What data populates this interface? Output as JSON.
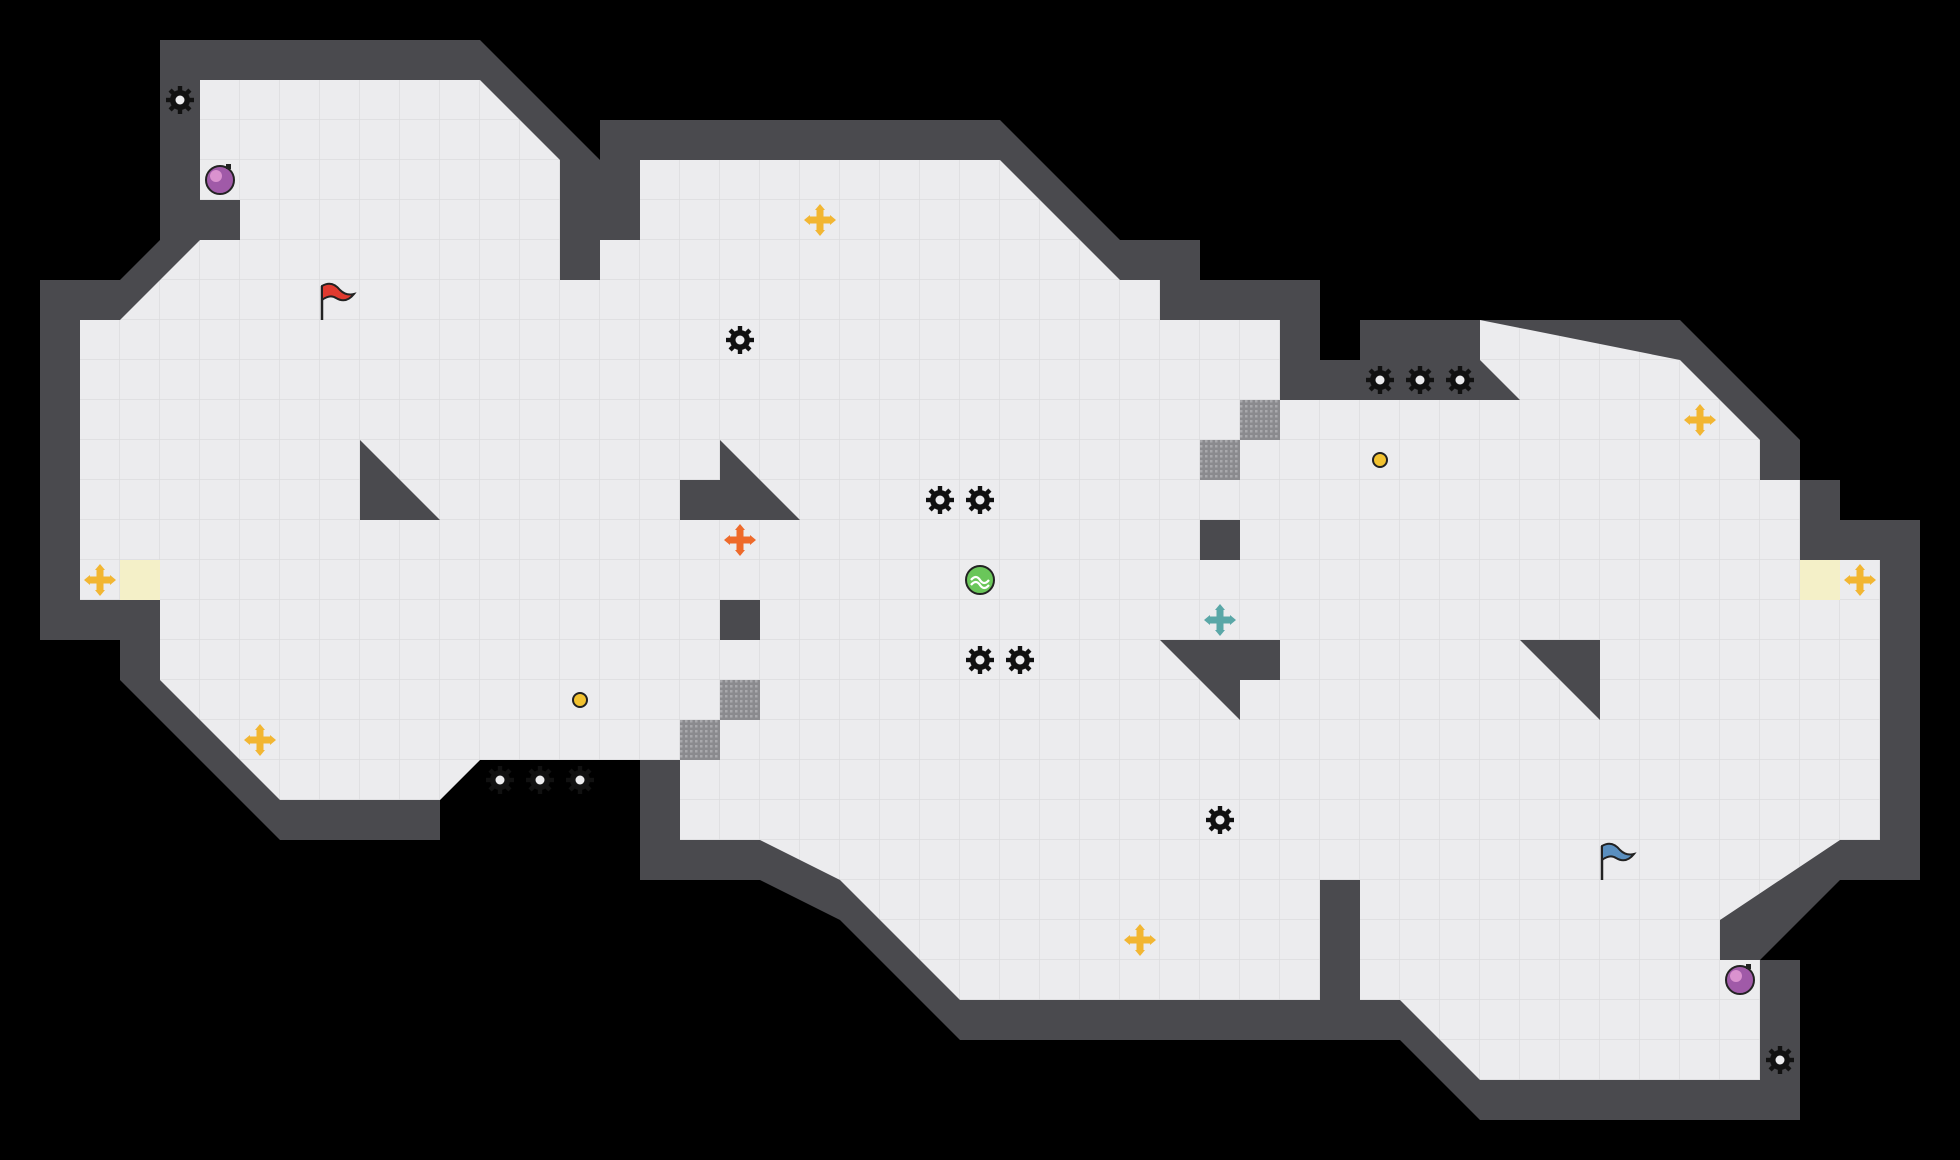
{
  "colors": {
    "background": "#000000",
    "floor": "#ececee",
    "floor_grid": "#dcdcde",
    "wall": "#4a4a4e",
    "wall_edge": "#3a3a3e",
    "red_flag": "#e03a2f",
    "blue_flag": "#5a8fbf",
    "star_gold": "#f2b632",
    "star_orange": "#ee6a2a",
    "star_teal": "#5aa7a7",
    "orb": "#a05aa8",
    "ball": "#6ac65a",
    "pad": "#f4f0c8",
    "mine": "#111111",
    "coin": "#f2c230"
  },
  "icons": {
    "mine": "sawblade-mine-icon",
    "flag_red": "red-flag-icon",
    "flag_blue": "blue-flag-icon",
    "star": "cross-star-icon",
    "orb": "potion-orb-icon",
    "ball": "green-ball-icon",
    "coin": "gold-coin-icon",
    "grate": "metal-grate-block"
  },
  "level": {
    "grid_cols": 49,
    "grid_rows": 29,
    "note_units": "cells"
  }
}
